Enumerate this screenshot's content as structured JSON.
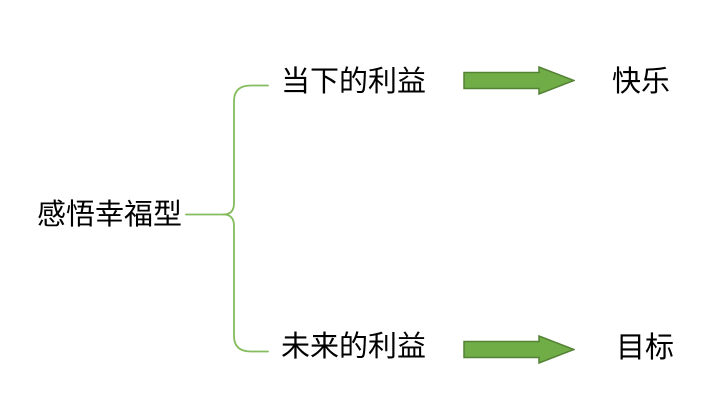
{
  "diagram": {
    "root": {
      "label": "感悟幸福型"
    },
    "branches": [
      {
        "label": "当下的利益",
        "outcome": "快乐"
      },
      {
        "label": "未来的利益",
        "outcome": "目标"
      }
    ],
    "icons": {
      "brace": "left-curly-brace-icon",
      "arrow": "block-arrow-right-icon"
    },
    "colors": {
      "background": "#FFFFFF",
      "text": "#000000",
      "brace_stroke": "#84BC5E",
      "arrow_fill": "#70AD47",
      "arrow_border": "#548235"
    }
  }
}
